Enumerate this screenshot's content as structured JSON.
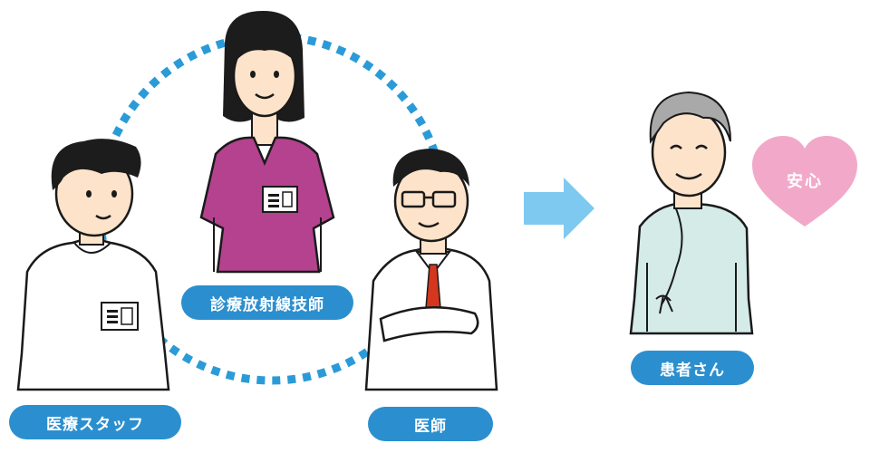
{
  "labels": {
    "radiographer": "診療放射線技師",
    "medical_staff": "医療スタッフ",
    "doctor": "医師",
    "patient": "患者さん",
    "reassurance": "安心"
  },
  "colors": {
    "pill": "#2b8fcf",
    "dotted_circle": "#2b9bd8",
    "arrow": "#7ec9ef",
    "heart": "#f2a9c9",
    "scrubs": "#b4428f",
    "patient_gown": "#d4ebe8",
    "skin": "#fde3c9"
  }
}
